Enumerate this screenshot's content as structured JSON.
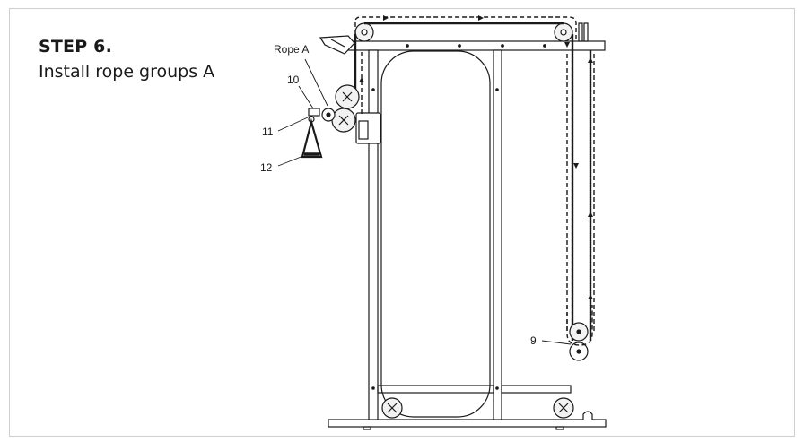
{
  "step": {
    "title": "STEP 6.",
    "subtitle": "Install rope groups A"
  },
  "callouts": {
    "rope_a": "Rope A",
    "part_10": "10",
    "part_11": "11",
    "part_12": "12",
    "part_9": "9"
  },
  "colors": {
    "line": "#1a1a1a",
    "frame_fill": "#ffffff",
    "pulley_fill": "#f2f2f2",
    "border": "#cfcfcf"
  }
}
